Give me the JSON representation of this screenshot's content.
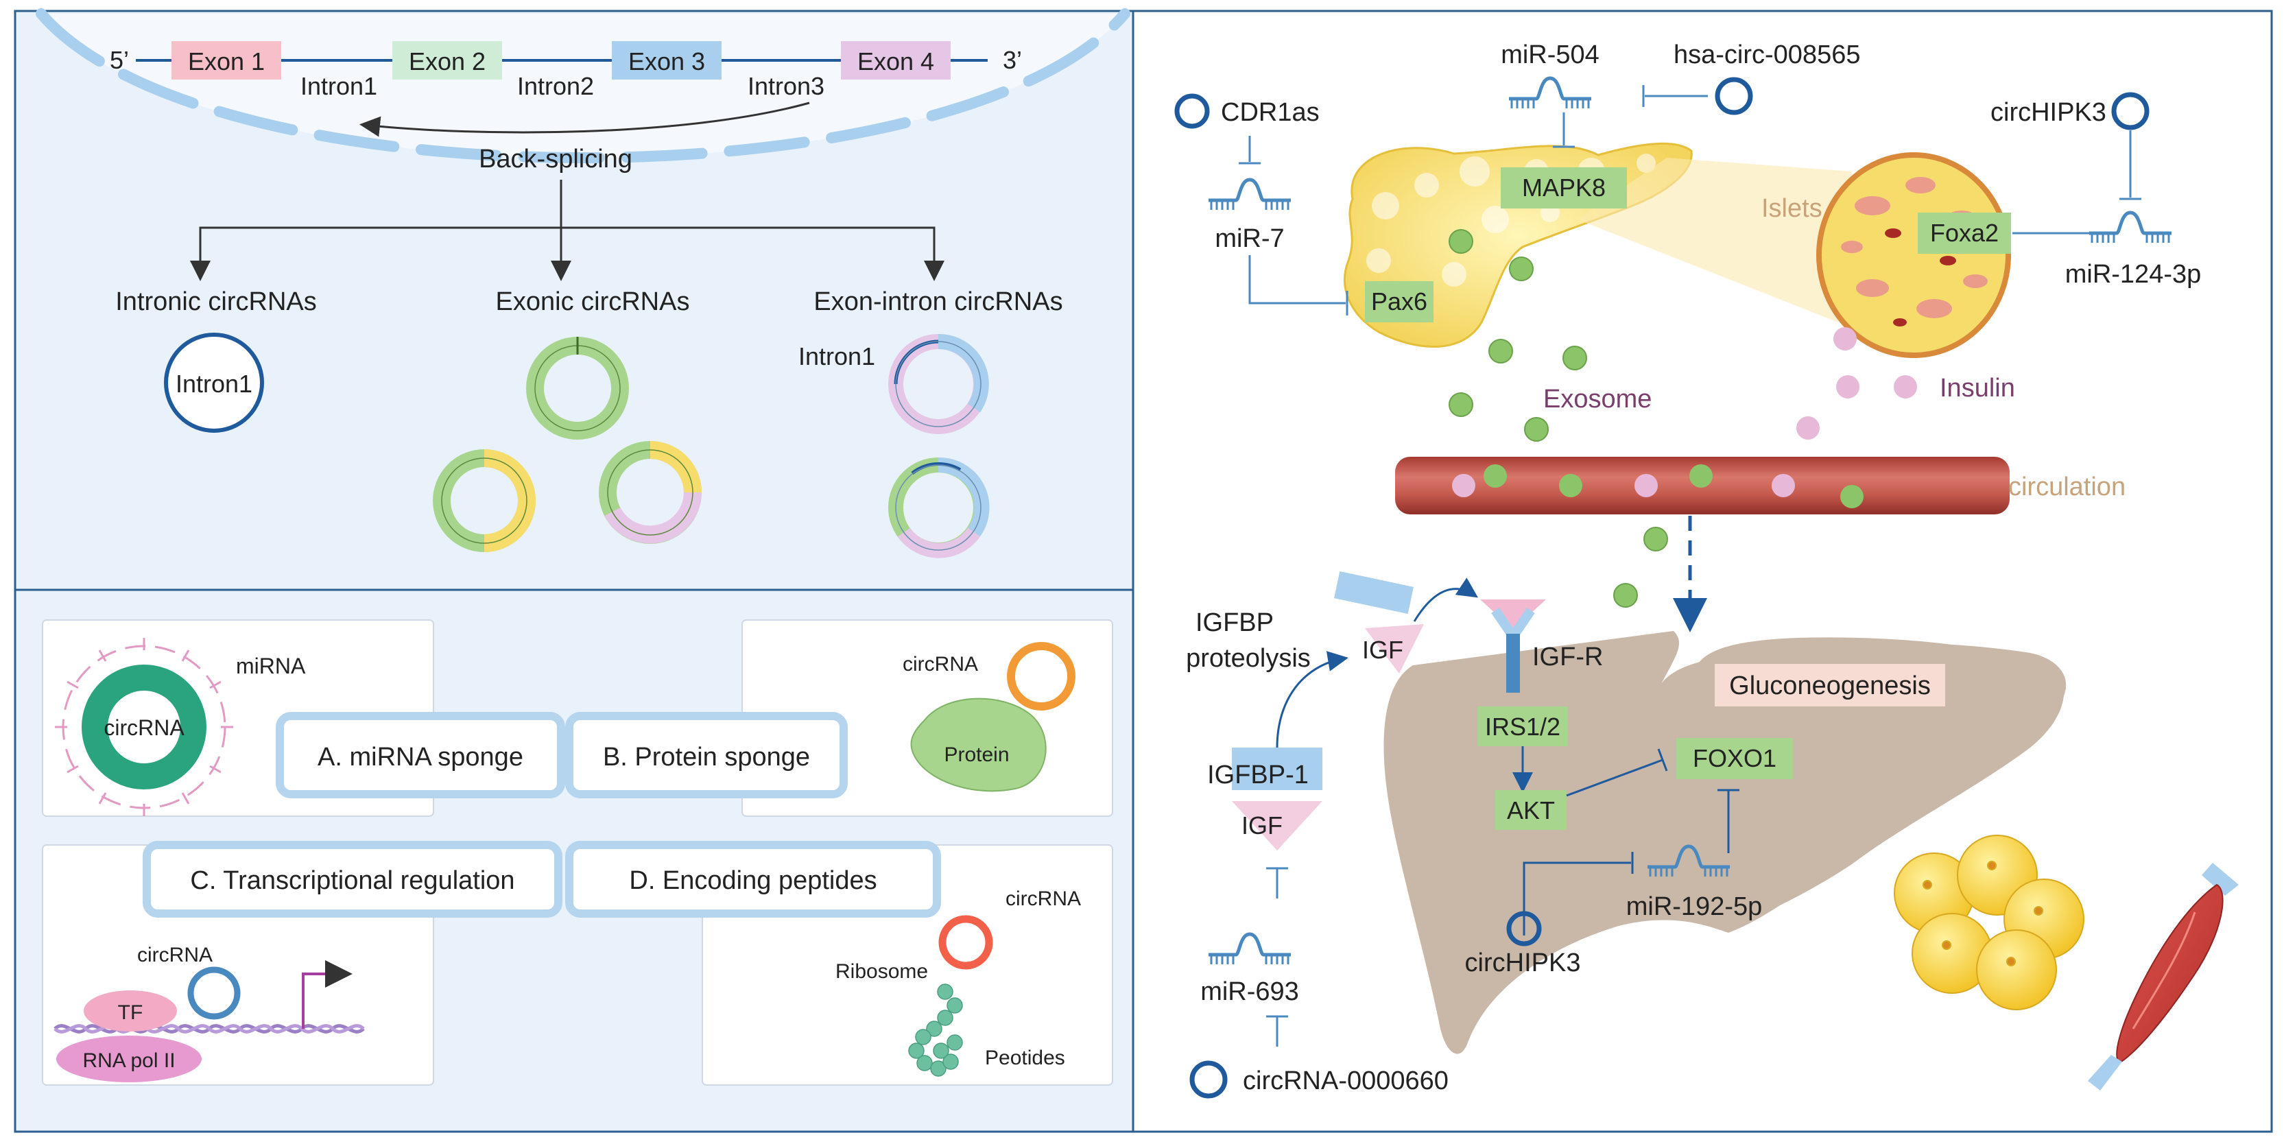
{
  "splicing": {
    "five_prime": "5’",
    "three_prime": "3’",
    "exons": [
      "Exon 1",
      "Exon 2",
      "Exon 3",
      "Exon 4"
    ],
    "introns": [
      "Intron1",
      "Intron2",
      "Intron3"
    ],
    "back_splicing": "Back-splicing",
    "types": [
      "Intronic circRNAs",
      "Exonic circRNAs",
      "Exon-intron circRNAs"
    ],
    "intron_circle_label": "Intron1",
    "ei_intron_label": "Intron1"
  },
  "functions": {
    "a_label": "A. miRNA sponge",
    "b_label": "B. Protein sponge",
    "c_label": "C. Transcriptional regulation",
    "d_label": "D. Encoding peptides",
    "a_mirna": "miRNA",
    "a_circrna": "circRNA",
    "b_circrna": "circRNA",
    "b_protein": "Protein",
    "c_circrna": "circRNA",
    "c_tf": "TF",
    "c_polii": "RNA pol  II",
    "d_circrna": "circRNA",
    "d_ribosome": "Ribosome",
    "d_peptides": "Peotides"
  },
  "pancreas": {
    "cdr1as": "CDR1as",
    "mir7": "miR-7",
    "pax6": "Pax6",
    "mir504": "miR-504",
    "hsa_circ": "hsa-circ-008565",
    "mapk8": "MAPK8",
    "circhipk3": "circHIPK3",
    "islets": "Islets",
    "foxa2": "Foxa2",
    "mir124": "miR-124-3p",
    "exosome": "Exosome",
    "insulin": "Insulin",
    "circulation": "circulation"
  },
  "liver": {
    "igfbp_proteolysis": [
      "IGFBP",
      "proteolysis"
    ],
    "igf_free": "IGF",
    "igfr": "IGF-R",
    "irs": "IRS1/2",
    "akt": "AKT",
    "foxo1": "FOXO1",
    "gluconeogenesis": "Gluconeogenesis",
    "igfbp1": "IGFBP-1",
    "igf_bound": "IGF",
    "mir693": "miR-693",
    "circrna_0000660": "circRNA-0000660",
    "circhipk3": "circHIPK3",
    "mir192": "miR-192-5p"
  },
  "colors": {
    "panel_bg": "#e9f2fb",
    "panel_border": "#2d5f8e",
    "dark_blue": "#1f5a9c",
    "mirna_blue": "#4a88c0",
    "exon1": "#f7bfc8",
    "exon2": "#cfecd6",
    "exon3": "#a9cfee",
    "exon4": "#e6c6e6",
    "label_green": "#a8d58d",
    "liver": "#c9b8a8",
    "vessel": "#b84a3f",
    "exosome_green": "#8cc46a",
    "insulin_pink": "#e8b8d8",
    "circrna_green": "#1f9c78",
    "circrna_orange": "#f29a35"
  }
}
